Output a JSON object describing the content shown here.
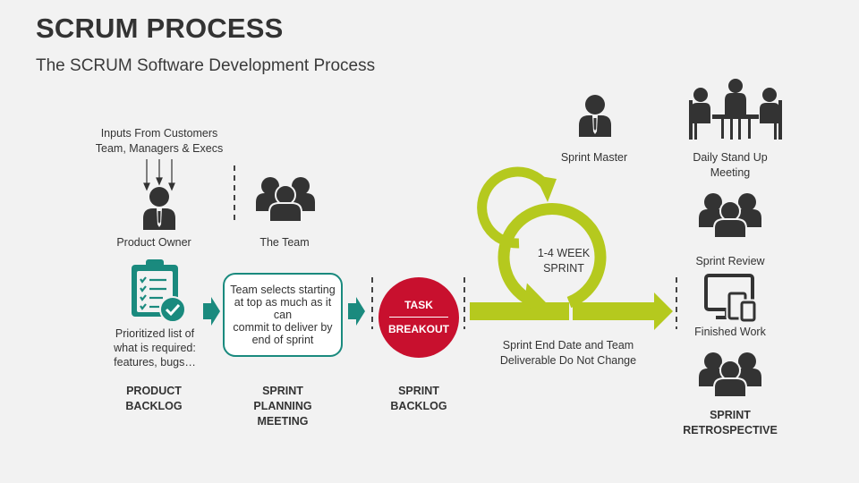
{
  "header": {
    "title": "SCRUM PROCESS",
    "subtitle": "The SCRUM Software Development Process"
  },
  "inputs": {
    "line1": "Inputs From Customers",
    "line2": "Team, Managers & Execs"
  },
  "roles": {
    "product_owner": "Product Owner",
    "team": "The Team",
    "scrum_master": "Sprint Master"
  },
  "backlog": {
    "desc1": "Prioritized list of",
    "desc2": "what is required:",
    "desc3": "features, bugs…"
  },
  "planning_box": {
    "line1": "Team selects starting",
    "line2": "at top as much as it",
    "line3": "can",
    "line4": "commit to deliver by",
    "line5": "end of sprint"
  },
  "task": {
    "line1": "TASK",
    "line2": "BREAKOUT"
  },
  "sprint": {
    "cycle1": "1-4 WEEK",
    "cycle2": "SPRINT",
    "note1": "Sprint End Date and Team",
    "note2": "Deliverable Do Not Change"
  },
  "stages": {
    "product_backlog1": "PRODUCT",
    "product_backlog2": "BACKLOG",
    "planning1": "SPRINT",
    "planning2": "PLANNING",
    "planning3": "MEETING",
    "sprint_backlog1": "SPRINT",
    "sprint_backlog2": "BACKLOG",
    "retro1": "SPRINT",
    "retro2": "RETROSPECTIVE"
  },
  "outcomes": {
    "standup1": "Daily Stand Up",
    "standup2": "Meeting",
    "review": "Sprint Review",
    "finished": "Finished Work"
  },
  "colors": {
    "teal": "#1a8a7e",
    "lime": "#b5c91e",
    "red": "#c8102e",
    "icon": "#333333"
  }
}
